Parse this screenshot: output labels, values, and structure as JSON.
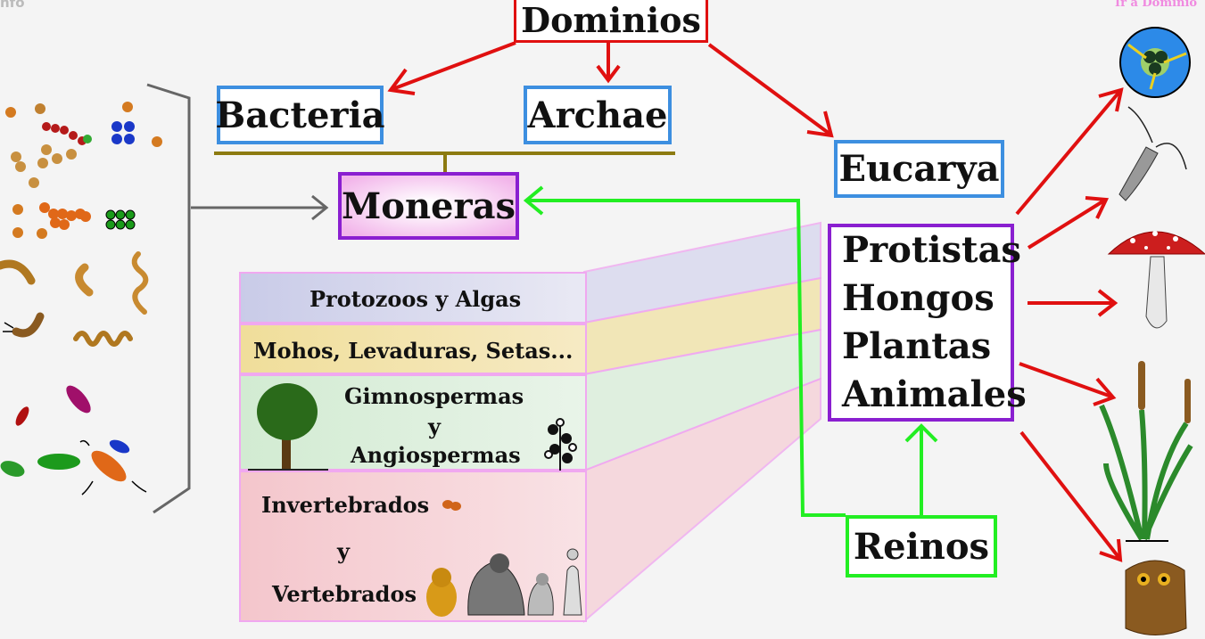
{
  "corner_left": "nfo",
  "corner_right": "Ir a Dominio",
  "dominios": "Dominios",
  "bacteria": "Bacteria",
  "archae": "Archae",
  "eucarya": "Eucarya",
  "moneras": "Moneras",
  "reinos_list": [
    "Protistas",
    "Hongos",
    "Plantas",
    "Animales"
  ],
  "reinos": "Reinos",
  "bands": {
    "protists": "Protozoos y Algas",
    "fungi": "Mohos, Levaduras, Setas...",
    "plants_1": "Gimnospermas",
    "plants_2": "y",
    "plants_3": "Angiospermas",
    "animals_1": "Invertebrados",
    "animals_2": "y",
    "animals_3": "Vertebrados"
  },
  "colors": {
    "red_arrow": "#e01010",
    "green_arrow": "#22ee22",
    "blue_border": "#3d8fe0",
    "purple_border": "#8a1fd0",
    "band_protists": "#dcdcf0",
    "band_fungi": "#f3e3a6",
    "band_plants": "#dcefdc",
    "band_animals": "#f7d6da",
    "olive_line": "#8c7a10"
  }
}
